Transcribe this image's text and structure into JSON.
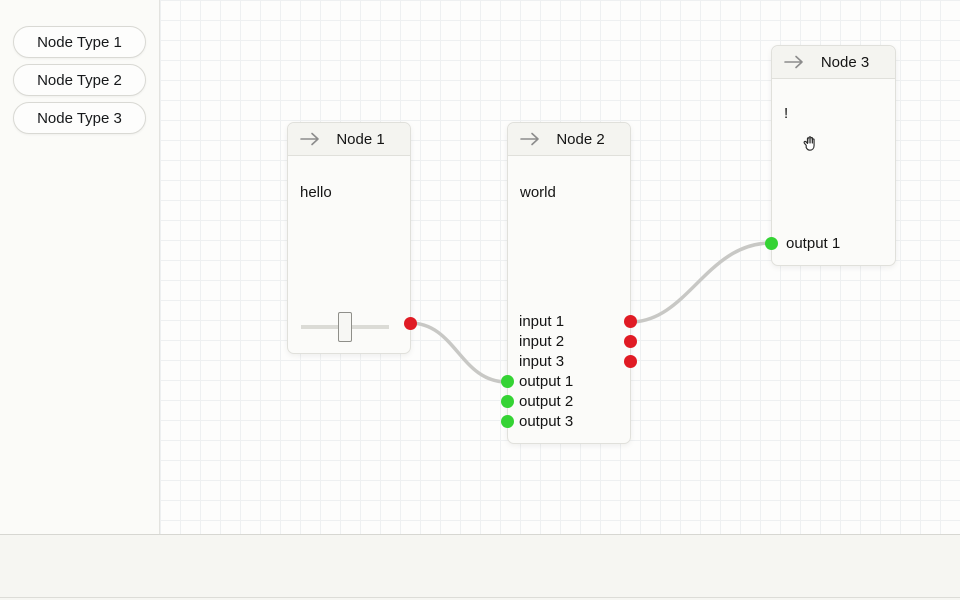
{
  "sidebar": {
    "buttons": [
      {
        "label": "Node Type 1"
      },
      {
        "label": "Node Type 2"
      },
      {
        "label": "Node Type 3"
      }
    ]
  },
  "nodes": [
    {
      "title": "Node 1",
      "content": "hello"
    },
    {
      "title": "Node 2",
      "content": "world",
      "inputs": [
        {
          "label": "input 1"
        },
        {
          "label": "input 2"
        },
        {
          "label": "input 3"
        }
      ],
      "outputs": [
        {
          "label": "output 1"
        },
        {
          "label": "output 2"
        },
        {
          "label": "output 3"
        }
      ]
    },
    {
      "title": "Node 3",
      "content": "!",
      "outputs": [
        {
          "label": "output 1"
        }
      ]
    }
  ],
  "colors": {
    "input_port": "#e01b24",
    "output_port": "#34d334",
    "wire": "#c8c8c5"
  }
}
